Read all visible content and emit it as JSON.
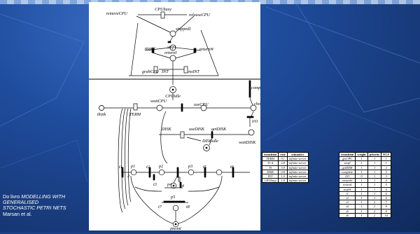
{
  "caption": {
    "line1": "Do livro ",
    "book_title_1": "MODELLING WITH",
    "book_title_2": "GENERALISED",
    "book_title_3": "STOCHASTIC PETRI NETS",
    "authors": "Marsan et al."
  },
  "diagram": {
    "labels": {
      "removeCPU": "removeCPU",
      "CPUbusy": "CPUbusy",
      "releaseCPU": "releaseCPU",
      "stoppedI": "stoppedI",
      "stopW": "stopW",
      "stopI": "stopI",
      "returnI": "returnI",
      "returnW": "returnW",
      "grabCPU": "grabCPU",
      "INT": "INT",
      "noINT": "noINT",
      "CPUidle": "CPUidle",
      "complete": "complete",
      "think": "think",
      "TERM": "TERM",
      "waitCPU": "waitCPU",
      "useCPU": "useCPU",
      "choose": "choose",
      "IO": "I/O",
      "DISK": "DISK",
      "useDISK": "useDISK",
      "getDISK": "getDISK",
      "DISKidle": "DISKidle",
      "waitDISK": "waitDISK",
      "t1": "t1",
      "t2": "t2",
      "t3": "t3",
      "t4": "t4",
      "t5": "t5",
      "t6": "t6",
      "t7": "t7",
      "t8": "t8",
      "p1": "p1",
      "p2": "p2",
      "p3": "p3",
      "p4": "p4",
      "p5": "p5",
      "pnoint": "pnoint",
      "k": "2"
    }
  },
  "table1": {
    "headers": [
      "transition",
      "rate",
      "semantics"
    ],
    "rows": [
      [
        "TERM",
        "0.1",
        "infinite-server"
      ],
      [
        "T1-4",
        "2.8",
        "infinite-server"
      ],
      [
        "T5",
        "3.8",
        "infinite-server"
      ],
      [
        "DISK",
        "0.8",
        "infinite-server"
      ],
      [
        "INT",
        "1.0",
        "infinite-server"
      ],
      [
        "CPUbusy",
        "1.8",
        "infinite-server"
      ]
    ]
  },
  "table2": {
    "headers": [
      "transition",
      "weight",
      "priority",
      "ECS"
    ],
    "rows": [
      [
        "getCPU",
        "1",
        "1",
        "1"
      ],
      [
        "stopI",
        "1",
        "1",
        "1"
      ],
      [
        "getDISK",
        "1",
        "1",
        "2"
      ],
      [
        "complete",
        "1",
        "1",
        "3"
      ],
      [
        "I/O",
        "9",
        "1",
        "3"
      ],
      [
        "returnW",
        "1",
        "1",
        "4"
      ],
      [
        "returnI",
        "1",
        "1",
        "5"
      ],
      [
        "stopW",
        "1",
        "1",
        "6"
      ],
      [
        "t1",
        "1",
        "1",
        "6"
      ],
      [
        "t2",
        "1",
        "1",
        "6"
      ],
      [
        "t3",
        "1",
        "2",
        "7"
      ],
      [
        "t4",
        "1",
        "2",
        "8"
      ],
      [
        "t5",
        "1",
        "2",
        "9"
      ],
      [
        "t6",
        "1",
        "2",
        "10"
      ]
    ]
  }
}
